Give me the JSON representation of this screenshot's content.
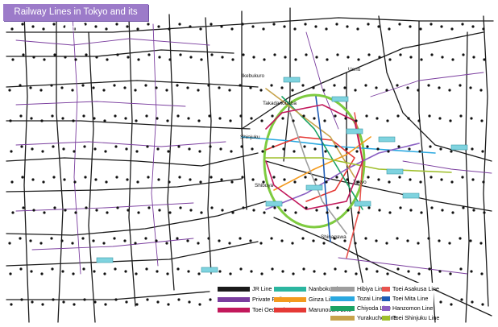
{
  "title": "Railway Lines in Tokyo and its Suburbs",
  "colors": {
    "jr": "#1a1a1a",
    "private": "#7a3d9e",
    "subway_teal": "#4fbfc9",
    "station_box": "#7fd3df",
    "magenta": "#d6208c",
    "title_bg": "#9c7bc9"
  },
  "station_labels": [
    "Takadanobaba",
    "Shinjuku",
    "Tokyo",
    "Shibuya",
    "Ikebukuro",
    "Ueno",
    "Shinagawa"
  ],
  "legend": {
    "col1": [
      {
        "label": "JR Line",
        "color": "#1a1a1a"
      },
      {
        "label": "Private Railway",
        "color": "#7a3d9e"
      },
      {
        "label": "Toei Oedo Line",
        "color": "#c2185b"
      }
    ],
    "col2": [
      {
        "label": "Nanboku Line",
        "color": "#2bb6a0"
      },
      {
        "label": "Ginza Line",
        "color": "#f39a1e"
      },
      {
        "label": "Marunouchi Line",
        "color": "#e53935"
      }
    ],
    "col3": [
      {
        "label": "Hibiya Line",
        "color": "#9e9e9e"
      },
      {
        "label": "Tozai Line",
        "color": "#29a8e0"
      },
      {
        "label": "Chiyoda Line",
        "color": "#1aa364"
      },
      {
        "label": "Yurakucho Line",
        "color": "#c7a34b"
      }
    ],
    "col4": [
      {
        "label": "Toei Asakusa Line",
        "color": "#e8544f"
      },
      {
        "label": "Toei Mita Line",
        "color": "#1e5bb5"
      },
      {
        "label": "Hanzomon Line",
        "color": "#8a5fc2"
      },
      {
        "label": "Toei Shinjuku Line",
        "color": "#9fbf2b"
      }
    ]
  }
}
